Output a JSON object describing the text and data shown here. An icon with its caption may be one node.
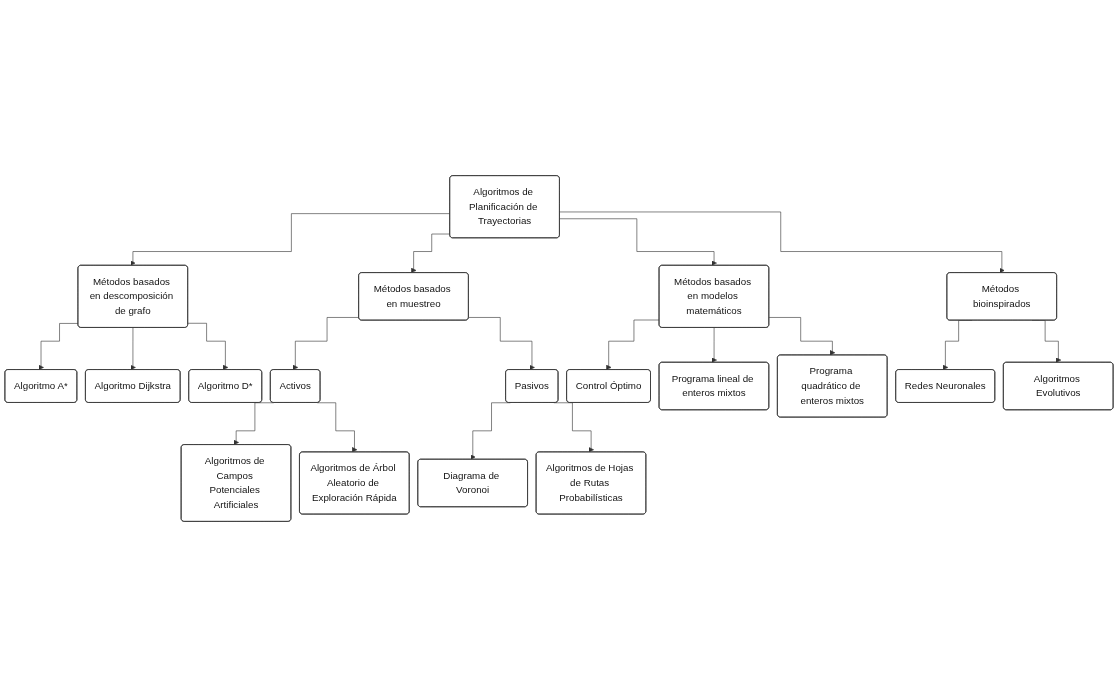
{
  "diagram": {
    "nodes": [
      {
        "text": [
          "Algoritmos de Planificación de Trayectorias"
        ]
      },
      {
        "text": [
          "Métodos basados en descomposición de grafo"
        ]
      },
      {
        "text": [
          "Métodos basados en muestreo"
        ]
      },
      {
        "text": [
          "Métodos basados en modelos matemáticos"
        ]
      },
      {
        "text": [
          "Métodos bioinspirados"
        ]
      },
      {
        "text": [
          "Algoritmo A*"
        ]
      },
      {
        "text": [
          "Algoritmo Dijkstra"
        ]
      },
      {
        "text": [
          "Algoritmo D*"
        ]
      },
      {
        "text": [
          "Activos"
        ]
      },
      {
        "text": [
          "Pasivos"
        ]
      },
      {
        "text": [
          "Algoritmos de Campos Potenciales Artificiales"
        ]
      },
      {
        "text": [
          "Algoritmos de Árbol Aleatorio de Exploración Rápida"
        ]
      },
      {
        "text": [
          "Diagrama de Voronoi"
        ]
      },
      {
        "text": [
          "Algoritmos de Hojas de Rutas Probabilísticas"
        ]
      },
      {
        "text": [
          "Control Óptimo"
        ]
      },
      {
        "text": [
          "Programa lineal de enteros mixtos"
        ]
      },
      {
        "text": [
          "Programa quadrático de enteros mixtos"
        ]
      },
      {
        "text": [
          "Redes Neuronales"
        ]
      },
      {
        "text": [
          "Algoritmos Evolutivos"
        ]
      }
    ],
    "edges": [
      {
        "from": 0,
        "to": 1,
        "arrow": "to"
      },
      {
        "from": 0,
        "to": 2,
        "arrow": "to"
      },
      {
        "from": 0,
        "to": 3,
        "arrow": "to"
      },
      {
        "from": 0,
        "to": 4,
        "arrow": "to"
      },
      {
        "from": 1,
        "to": 5,
        "arrow": "to"
      },
      {
        "from": 1,
        "to": 6,
        "arrow": "to"
      },
      {
        "from": 1,
        "to": 7,
        "arrow": "to"
      },
      {
        "from": 2,
        "to": 8,
        "arrow": "to"
      },
      {
        "from": 2,
        "to": 9,
        "arrow": "to"
      },
      {
        "from": 8,
        "to": 10,
        "arrow": "to"
      },
      {
        "from": 8,
        "to": 11,
        "arrow": "to"
      },
      {
        "from": 9,
        "to": 12,
        "arrow": "to"
      },
      {
        "from": 9,
        "to": 13,
        "arrow": "to"
      },
      {
        "from": 3,
        "to": 14,
        "arrow": "to"
      },
      {
        "from": 3,
        "to": 15,
        "arrow": "to"
      },
      {
        "from": 3,
        "to": 16,
        "arrow": "to"
      },
      {
        "from": 4,
        "to": 17,
        "arrow": "to"
      },
      {
        "from": 4,
        "to": 18,
        "arrow": "to"
      }
    ]
  }
}
